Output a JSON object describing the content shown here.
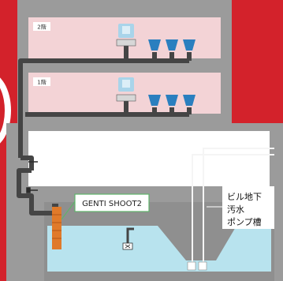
{
  "floors": [
    {
      "label": "2階"
    },
    {
      "label": "1階"
    }
  ],
  "device_label": "GENTI SHOOT2",
  "pump_label": [
    "ビル地下",
    "汚水",
    "ポンプ槽"
  ],
  "colors": {
    "background": "#d3222b",
    "building": "#9b9b9b",
    "floor_pink": "#f3d3d6",
    "pipe": "#454545",
    "water": "#b8e3ee",
    "device": "#e07a2a",
    "callout_border": "#5fb36a"
  }
}
